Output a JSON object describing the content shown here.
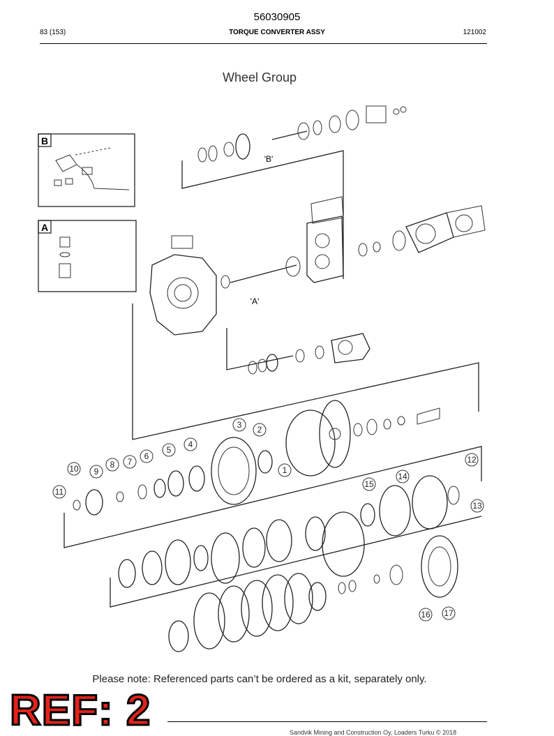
{
  "header": {
    "doc_number": "56030905",
    "page_count": "83 (153)",
    "section_title": "TORQUE CONVERTER ASSY",
    "doc_date": "121002"
  },
  "drawing": {
    "group_title": "Wheel Group",
    "inset_b_label": "B",
    "inset_a_label": "A",
    "ref_b": "'B'",
    "ref_a": "'A'",
    "callouts": [
      "1",
      "2",
      "3",
      "4",
      "5",
      "6",
      "7",
      "8",
      "9",
      "10",
      "11",
      "12",
      "13",
      "14",
      "15",
      "16",
      "17"
    ]
  },
  "note": "Please note: Referenced parts can’t be ordered as a kit, separately only.",
  "footer": {
    "ref_label": "REF: 2",
    "copyright": "Sandvik Mining and Construction Oy, Loaders Turku © 2018"
  }
}
